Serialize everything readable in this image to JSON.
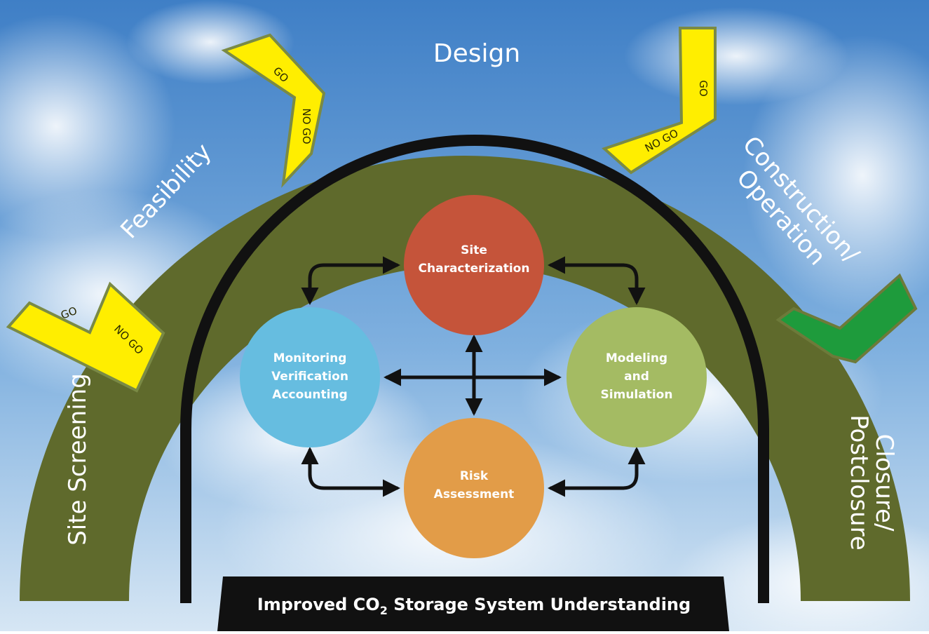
{
  "colors": {
    "sky_top": "#3f7fc6",
    "sky_bottom": "#cfe1f2",
    "stage_band": "#5f6a2c",
    "gate": "#ffee00",
    "gate_stroke": "#7a8a45",
    "check": "#1e9b3c",
    "dome_ring": "#111111",
    "site_characterization": "#c5543a",
    "modeling_simulation": "#a4bb63",
    "risk_assessment": "#e29c48",
    "monitoring": "#66bde0"
  },
  "stages": {
    "site_screening": "Site Screening",
    "feasibility": "Feasibility",
    "design": "Design",
    "construction_line1": "Construction/",
    "construction_line2": "Operation",
    "closure_line1": "Closure/",
    "closure_line2": "Postclosure"
  },
  "gates": {
    "go": "GO",
    "no_go": "NO GO"
  },
  "check_icon": "checkmark-icon",
  "nodes": {
    "site_characterization": [
      "Site",
      "Characterization"
    ],
    "modeling_simulation": [
      "Modeling",
      "and",
      "Simulation"
    ],
    "risk_assessment": [
      "Risk",
      "Assessment"
    ],
    "monitoring": [
      "Monitoring",
      "Verification",
      "Accounting"
    ]
  },
  "footer": {
    "prefix": "Improved CO",
    "subscript": "2",
    "suffix": " Storage System Understanding"
  }
}
